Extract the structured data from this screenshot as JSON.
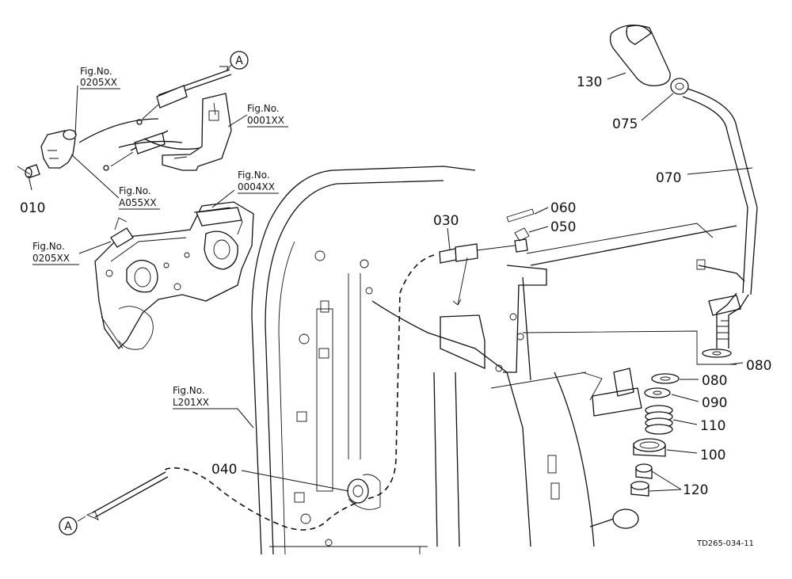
{
  "callouts": {
    "c130": "130",
    "c075": "075",
    "c070": "070",
    "c060": "060",
    "c050": "050",
    "c030": "030",
    "c080a": "080",
    "c080b": "080",
    "c090": "090",
    "c110": "110",
    "c100": "100",
    "c120": "120",
    "c040": "040",
    "c010": "010"
  },
  "fig_refs": {
    "f1_label": "Fig.No.",
    "f1_code": "0205XX",
    "f2_label": "Fig.No.",
    "f2_code": "0001XX",
    "f3_label": "Fig.No.",
    "f3_code": "0004XX",
    "f4_label": "Fig.No.",
    "f4_code": "A055XX",
    "f5_label": "Fig.No.",
    "f5_code": "0205XX",
    "f6_label": "Fig.No.",
    "f6_code": "L201XX"
  },
  "connectors": {
    "top": "A",
    "bottom": "A"
  },
  "drawing_id": "TD265-034-11"
}
